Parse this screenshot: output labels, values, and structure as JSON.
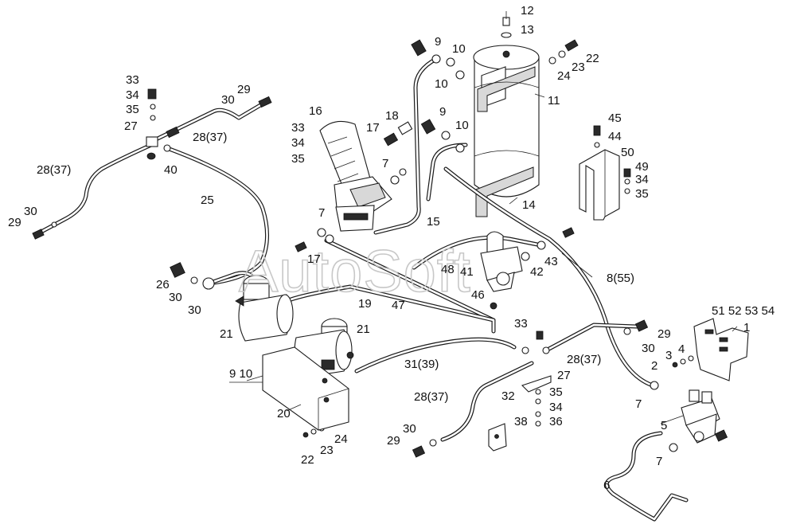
{
  "watermark": "AutoSoft",
  "labels": [
    {
      "id": "l12",
      "text": "12"
    },
    {
      "id": "l13",
      "text": "13"
    },
    {
      "id": "l9a",
      "text": "9"
    },
    {
      "id": "l10a",
      "text": "10"
    },
    {
      "id": "l10b",
      "text": "10"
    },
    {
      "id": "l22a",
      "text": "22"
    },
    {
      "id": "l23a",
      "text": "23"
    },
    {
      "id": "l24a",
      "text": "24"
    },
    {
      "id": "l11",
      "text": "11"
    },
    {
      "id": "l33a",
      "text": "33"
    },
    {
      "id": "l34a",
      "text": "34"
    },
    {
      "id": "l35a",
      "text": "35"
    },
    {
      "id": "l27a",
      "text": "27"
    },
    {
      "id": "l29a",
      "text": "29"
    },
    {
      "id": "l30a",
      "text": "30"
    },
    {
      "id": "l28a",
      "text": "28(37)"
    },
    {
      "id": "l40",
      "text": "40"
    },
    {
      "id": "l28b",
      "text": "28(37)"
    },
    {
      "id": "l30b",
      "text": "30"
    },
    {
      "id": "l29b",
      "text": "29"
    },
    {
      "id": "l25",
      "text": "25"
    },
    {
      "id": "l16",
      "text": "16"
    },
    {
      "id": "l33b",
      "text": "33"
    },
    {
      "id": "l34b",
      "text": "34"
    },
    {
      "id": "l35b",
      "text": "35"
    },
    {
      "id": "l17a",
      "text": "17"
    },
    {
      "id": "l18",
      "text": "18"
    },
    {
      "id": "l9b",
      "text": "9"
    },
    {
      "id": "l10c",
      "text": "10"
    },
    {
      "id": "l7a",
      "text": "7"
    },
    {
      "id": "l7b",
      "text": "7"
    },
    {
      "id": "l15",
      "text": "15"
    },
    {
      "id": "l14",
      "text": "14"
    },
    {
      "id": "l45",
      "text": "45"
    },
    {
      "id": "l44",
      "text": "44"
    },
    {
      "id": "l50",
      "text": "50"
    },
    {
      "id": "l49",
      "text": "49"
    },
    {
      "id": "l34c",
      "text": "34"
    },
    {
      "id": "l35c",
      "text": "35"
    },
    {
      "id": "l17b",
      "text": "17"
    },
    {
      "id": "l48",
      "text": "48"
    },
    {
      "id": "l41",
      "text": "41"
    },
    {
      "id": "l43",
      "text": "43"
    },
    {
      "id": "l42",
      "text": "42"
    },
    {
      "id": "l8",
      "text": "8(55)"
    },
    {
      "id": "l46",
      "text": "46"
    },
    {
      "id": "l47",
      "text": "47"
    },
    {
      "id": "l26",
      "text": "26"
    },
    {
      "id": "l30c",
      "text": "30"
    },
    {
      "id": "l30d",
      "text": "30"
    },
    {
      "id": "l19",
      "text": "19"
    },
    {
      "id": "l21a",
      "text": "21"
    },
    {
      "id": "l21b",
      "text": "21"
    },
    {
      "id": "l910",
      "text": "9 10"
    },
    {
      "id": "l20",
      "text": "20"
    },
    {
      "id": "l24b",
      "text": "24"
    },
    {
      "id": "l23b",
      "text": "23"
    },
    {
      "id": "l22b",
      "text": "22"
    },
    {
      "id": "l31",
      "text": "31(39)"
    },
    {
      "id": "l33c",
      "text": "33"
    },
    {
      "id": "l28c",
      "text": "28(37)"
    },
    {
      "id": "l27b",
      "text": "27"
    },
    {
      "id": "l28d",
      "text": "28(37)"
    },
    {
      "id": "l32",
      "text": "32"
    },
    {
      "id": "l35d",
      "text": "35"
    },
    {
      "id": "l34d",
      "text": "34"
    },
    {
      "id": "l36",
      "text": "36"
    },
    {
      "id": "l38",
      "text": "38"
    },
    {
      "id": "l30e",
      "text": "30"
    },
    {
      "id": "l29c",
      "text": "29"
    },
    {
      "id": "l29d",
      "text": "29"
    },
    {
      "id": "l30f",
      "text": "30"
    },
    {
      "id": "l51",
      "text": "51 52 53 54"
    },
    {
      "id": "l1",
      "text": "1"
    },
    {
      "id": "l4",
      "text": "4"
    },
    {
      "id": "l3",
      "text": "3"
    },
    {
      "id": "l2",
      "text": "2"
    },
    {
      "id": "l7c",
      "text": "7"
    },
    {
      "id": "l5",
      "text": "5"
    },
    {
      "id": "l7d",
      "text": "7"
    },
    {
      "id": "l6",
      "text": "6"
    }
  ]
}
